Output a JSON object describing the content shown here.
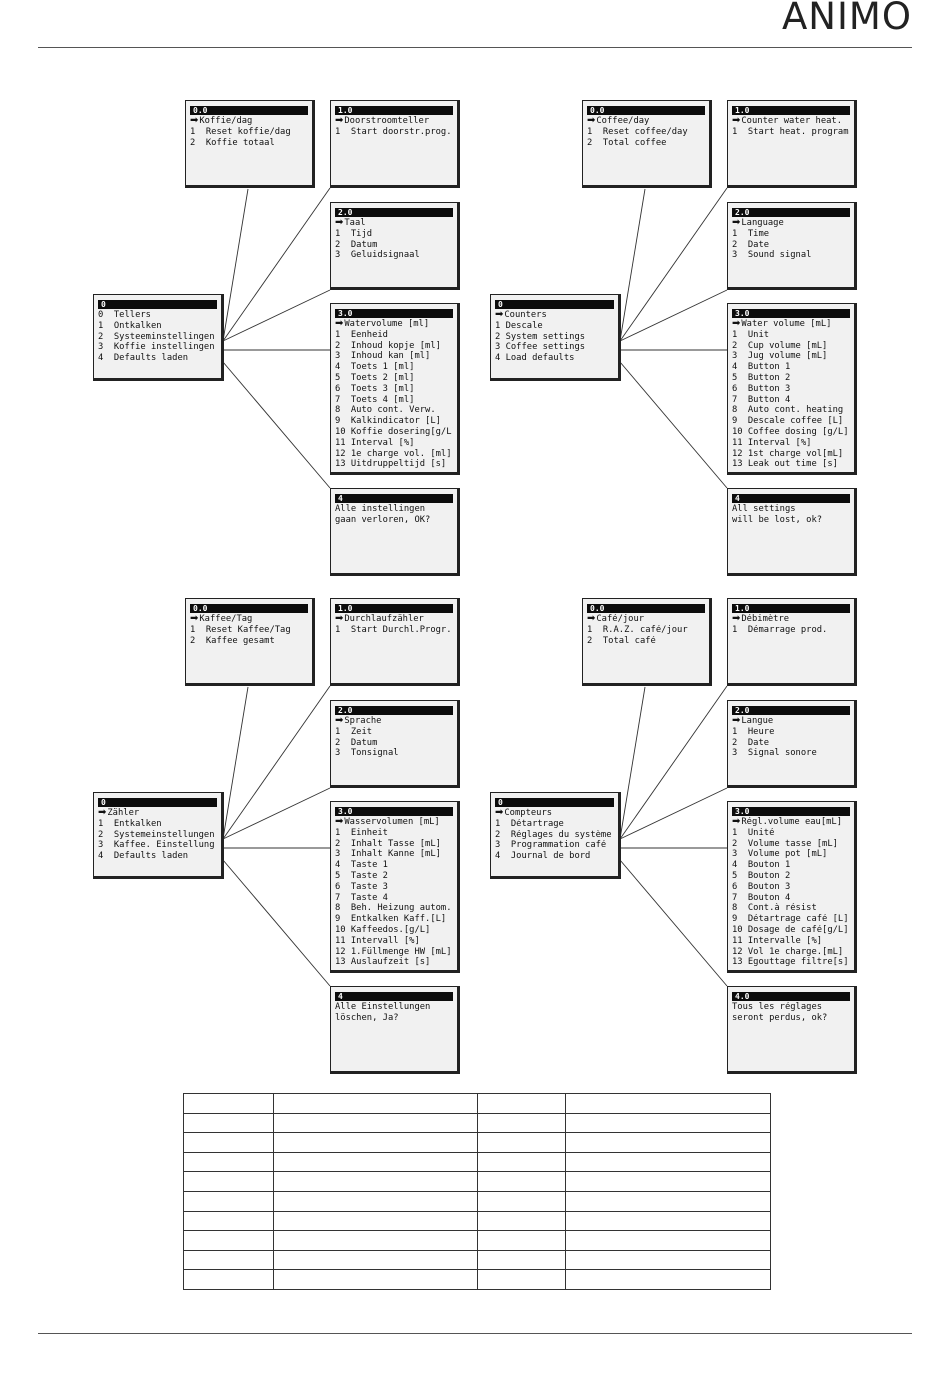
{
  "brand": "ANIMO",
  "panels": [
    {
      "root": {
        "header": "0",
        "items": [
          {
            "text": "0  Tellers"
          },
          {
            "text": "1  Ontkalken"
          },
          {
            "text": "2  Systeeminstellingen"
          },
          {
            "text": "3  Koffie instellingen"
          },
          {
            "text": "4  Defaults laden"
          }
        ]
      },
      "counters": {
        "header": "0.0",
        "items": [
          {
            "text": "Koffie/dag",
            "selected": true
          },
          {
            "text": "1  Reset koffie/dag"
          },
          {
            "text": "2  Koffie totaal"
          }
        ]
      },
      "descale": {
        "header": "1.0",
        "items": [
          {
            "text": "Doorstroomteller",
            "selected": true
          },
          {
            "text": "1  Start doorstr.prog."
          }
        ]
      },
      "system": {
        "header": "2.0",
        "items": [
          {
            "text": "Taal",
            "selected": true
          },
          {
            "text": "1  Tijd"
          },
          {
            "text": "2  Datum"
          },
          {
            "text": "3  Geluidsignaal"
          }
        ]
      },
      "coffee": {
        "header": "3.0",
        "items": [
          {
            "text": "Watervolume [ml]",
            "selected": true
          },
          {
            "text": "1  Eenheid"
          },
          {
            "text": "2  Inhoud kopje [ml]"
          },
          {
            "text": "3  Inhoud kan [ml]"
          },
          {
            "text": "4  Toets 1 [ml]"
          },
          {
            "text": "5  Toets 2 [ml]"
          },
          {
            "text": "6  Toets 3 [ml]"
          },
          {
            "text": "7  Toets 4 [ml]"
          },
          {
            "text": "8  Auto cont. Verw."
          },
          {
            "text": "9  Kalkindicator [L]"
          },
          {
            "text": "10 Koffie dosering[g/L]"
          },
          {
            "text": "11 Interval [%]"
          },
          {
            "text": "12 1e charge vol. [ml]"
          },
          {
            "text": "13 Uitdruppeltijd [s]"
          }
        ]
      },
      "defaults": {
        "header": "4",
        "items": [
          {
            "text": "Alle instellingen"
          },
          {
            "text": "gaan verloren, OK?"
          }
        ]
      }
    },
    {
      "root": {
        "header": "0",
        "items": [
          {
            "text": "Counters",
            "selected": true
          },
          {
            "text": "1 Descale"
          },
          {
            "text": "2 System settings"
          },
          {
            "text": "3 Coffee settings"
          },
          {
            "text": "4 Load defaults"
          }
        ]
      },
      "counters": {
        "header": "0.0",
        "items": [
          {
            "text": "Coffee/day",
            "selected": true
          },
          {
            "text": "1  Reset coffee/day"
          },
          {
            "text": "2  Total coffee"
          }
        ]
      },
      "descale": {
        "header": "1.0",
        "items": [
          {
            "text": "Counter water heat.",
            "selected": true
          },
          {
            "text": "1  Start heat. program"
          }
        ]
      },
      "system": {
        "header": "2.0",
        "items": [
          {
            "text": "Language",
            "selected": true
          },
          {
            "text": "1  Time"
          },
          {
            "text": "2  Date"
          },
          {
            "text": "3  Sound signal"
          }
        ]
      },
      "coffee": {
        "header": "3.0",
        "items": [
          {
            "text": "Water volume [mL]",
            "selected": true
          },
          {
            "text": "1  Unit"
          },
          {
            "text": "2  Cup volume [mL]"
          },
          {
            "text": "3  Jug volume [mL]"
          },
          {
            "text": "4  Button 1"
          },
          {
            "text": "5  Button 2"
          },
          {
            "text": "6  Button 3"
          },
          {
            "text": "7  Button 4"
          },
          {
            "text": "8  Auto cont. heating"
          },
          {
            "text": "9  Descale coffee [L]"
          },
          {
            "text": "10 Coffee dosing [g/L]"
          },
          {
            "text": "11 Interval [%]"
          },
          {
            "text": "12 1st charge vol[mL]"
          },
          {
            "text": "13 Leak out time [s]"
          }
        ]
      },
      "defaults": {
        "header": "4",
        "items": [
          {
            "text": "All settings"
          },
          {
            "text": "will be lost, ok?"
          }
        ]
      }
    },
    {
      "root": {
        "header": "0",
        "items": [
          {
            "text": "Zähler",
            "selected": true
          },
          {
            "text": "1  Entkalken"
          },
          {
            "text": "2  Systemeinstellungen"
          },
          {
            "text": "3  Kaffee. Einstellung"
          },
          {
            "text": "4  Defaults laden"
          }
        ]
      },
      "counters": {
        "header": "0.0",
        "items": [
          {
            "text": "Kaffee/Tag",
            "selected": true
          },
          {
            "text": "1  Reset Kaffee/Tag"
          },
          {
            "text": "2  Kaffee gesamt"
          }
        ]
      },
      "descale": {
        "header": "1.0",
        "items": [
          {
            "text": "Durchlaufzähler",
            "selected": true
          },
          {
            "text": "1  Start Durchl.Progr."
          }
        ]
      },
      "system": {
        "header": "2.0",
        "items": [
          {
            "text": "Sprache",
            "selected": true
          },
          {
            "text": "1  Zeit"
          },
          {
            "text": "2  Datum"
          },
          {
            "text": "3  Tonsignal"
          }
        ]
      },
      "coffee": {
        "header": "3.0",
        "items": [
          {
            "text": "Wasservolumen [mL]",
            "selected": true
          },
          {
            "text": "1  Einheit"
          },
          {
            "text": "2  Inhalt Tasse [mL]"
          },
          {
            "text": "3  Inhalt Kanne [mL]"
          },
          {
            "text": "4  Taste 1"
          },
          {
            "text": "5  Taste 2"
          },
          {
            "text": "6  Taste 3"
          },
          {
            "text": "7  Taste 4"
          },
          {
            "text": "8  Beh. Heizung autom."
          },
          {
            "text": "9  Entkalken Kaff.[L]"
          },
          {
            "text": "10 Kaffeedos.[g/L]"
          },
          {
            "text": "11 Intervall [%]"
          },
          {
            "text": "12 1.Füllmenge HW [mL]"
          },
          {
            "text": "13 Auslaufzeit [s]"
          }
        ]
      },
      "defaults": {
        "header": "4",
        "items": [
          {
            "text": "Alle Einstellungen"
          },
          {
            "text": "löschen, Ja?"
          }
        ]
      }
    },
    {
      "root": {
        "header": "0",
        "items": [
          {
            "text": "Compteurs",
            "selected": true
          },
          {
            "text": "1  Détartrage"
          },
          {
            "text": "2  Réglages du système"
          },
          {
            "text": "3  Programmation café"
          },
          {
            "text": "4  Journal de bord"
          }
        ]
      },
      "counters": {
        "header": "0.0",
        "items": [
          {
            "text": "Café/jour",
            "selected": true
          },
          {
            "text": "1  R.A.Z. café/jour"
          },
          {
            "text": "2  Total café"
          }
        ]
      },
      "descale": {
        "header": "1.0",
        "items": [
          {
            "text": "Débimètre",
            "selected": true
          },
          {
            "text": "1  Démarrage prod."
          }
        ]
      },
      "system": {
        "header": "2.0",
        "items": [
          {
            "text": "Langue",
            "selected": true
          },
          {
            "text": "1  Heure"
          },
          {
            "text": "2  Date"
          },
          {
            "text": "3  Signal sonore"
          }
        ]
      },
      "coffee": {
        "header": "3.0",
        "items": [
          {
            "text": "Régl.volume eau[mL]",
            "selected": true
          },
          {
            "text": "1  Unité"
          },
          {
            "text": "2  Volume tasse [mL]"
          },
          {
            "text": "3  Volume pot [mL]"
          },
          {
            "text": "4  Bouton 1"
          },
          {
            "text": "5  Bouton 2"
          },
          {
            "text": "6  Bouton 3"
          },
          {
            "text": "7  Bouton 4"
          },
          {
            "text": "8  Cont.à résist"
          },
          {
            "text": "9  Détartrage café [L]"
          },
          {
            "text": "10 Dosage de café[g/L]"
          },
          {
            "text": "11 Intervalle [%]"
          },
          {
            "text": "12 Vol 1e charge.[mL]"
          },
          {
            "text": "13 Egouttage filtre[s]"
          }
        ]
      },
      "defaults": {
        "header": "4.0",
        "items": [
          {
            "text": "Tous les réglages"
          },
          {
            "text": "seront perdus, ok?"
          }
        ]
      }
    }
  ],
  "reference_table": {
    "rows": 10,
    "cols": 4
  }
}
